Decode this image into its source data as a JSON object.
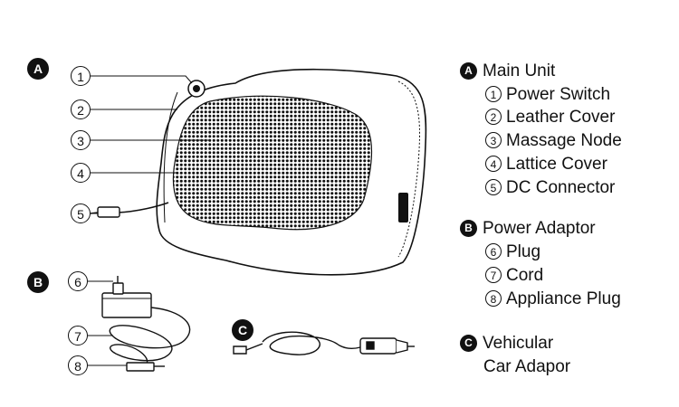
{
  "badges": {
    "a": "A",
    "b": "B",
    "c": "C"
  },
  "callouts": [
    "1",
    "2",
    "3",
    "4",
    "5",
    "6",
    "7",
    "8"
  ],
  "legend": {
    "main_unit": {
      "badge": "A",
      "title": "Main Unit",
      "items": [
        {
          "num": "1",
          "label": "Power Switch"
        },
        {
          "num": "2",
          "label": "Leather Cover"
        },
        {
          "num": "3",
          "label": "Massage Node"
        },
        {
          "num": "4",
          "label": "Lattice Cover"
        },
        {
          "num": "5",
          "label": "DC Connector"
        }
      ]
    },
    "power_adaptor": {
      "badge": "B",
      "title": "Power Adaptor",
      "items": [
        {
          "num": "6",
          "label": "Plug"
        },
        {
          "num": "7",
          "label": "Cord"
        },
        {
          "num": "8",
          "label": "Appliance Plug"
        }
      ]
    },
    "vehicular": {
      "badge": "C",
      "title": "Vehicular",
      "subtitle": "Car Adapor"
    }
  }
}
